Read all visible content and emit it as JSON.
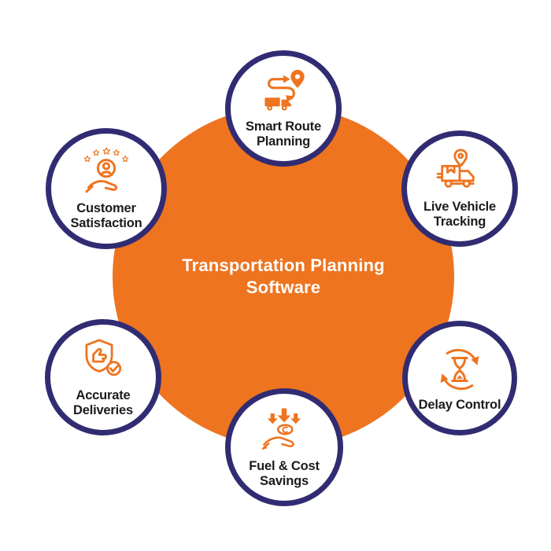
{
  "center": {
    "title": "Transportation Planning Software"
  },
  "colors": {
    "orange": "#EE7420",
    "navy_border": "#312C72",
    "label_text": "#1C1C1C",
    "center_text": "#FFFFFF",
    "node_background": "#FFFFFF"
  },
  "nodes": [
    {
      "id": "smart-route-planning",
      "label": "Smart Route Planning",
      "icon": "route-truck-pin-icon",
      "position": "top"
    },
    {
      "id": "live-vehicle-tracking",
      "label": "Live Vehicle Tracking",
      "icon": "truck-location-pin-icon",
      "position": "top-right"
    },
    {
      "id": "delay-control",
      "label": "Delay Control",
      "icon": "hourglass-refresh-icon",
      "position": "bottom-right"
    },
    {
      "id": "fuel-cost-savings",
      "label": "Fuel & Cost Savings",
      "icon": "hand-coins-arrows-icon",
      "position": "bottom"
    },
    {
      "id": "accurate-deliveries",
      "label": "Accurate Deliveries",
      "icon": "shield-thumbs-up-check-icon",
      "position": "bottom-left"
    },
    {
      "id": "customer-satisfaction",
      "label": "Customer Satisfaction",
      "icon": "hand-person-stars-icon",
      "position": "top-left"
    }
  ]
}
